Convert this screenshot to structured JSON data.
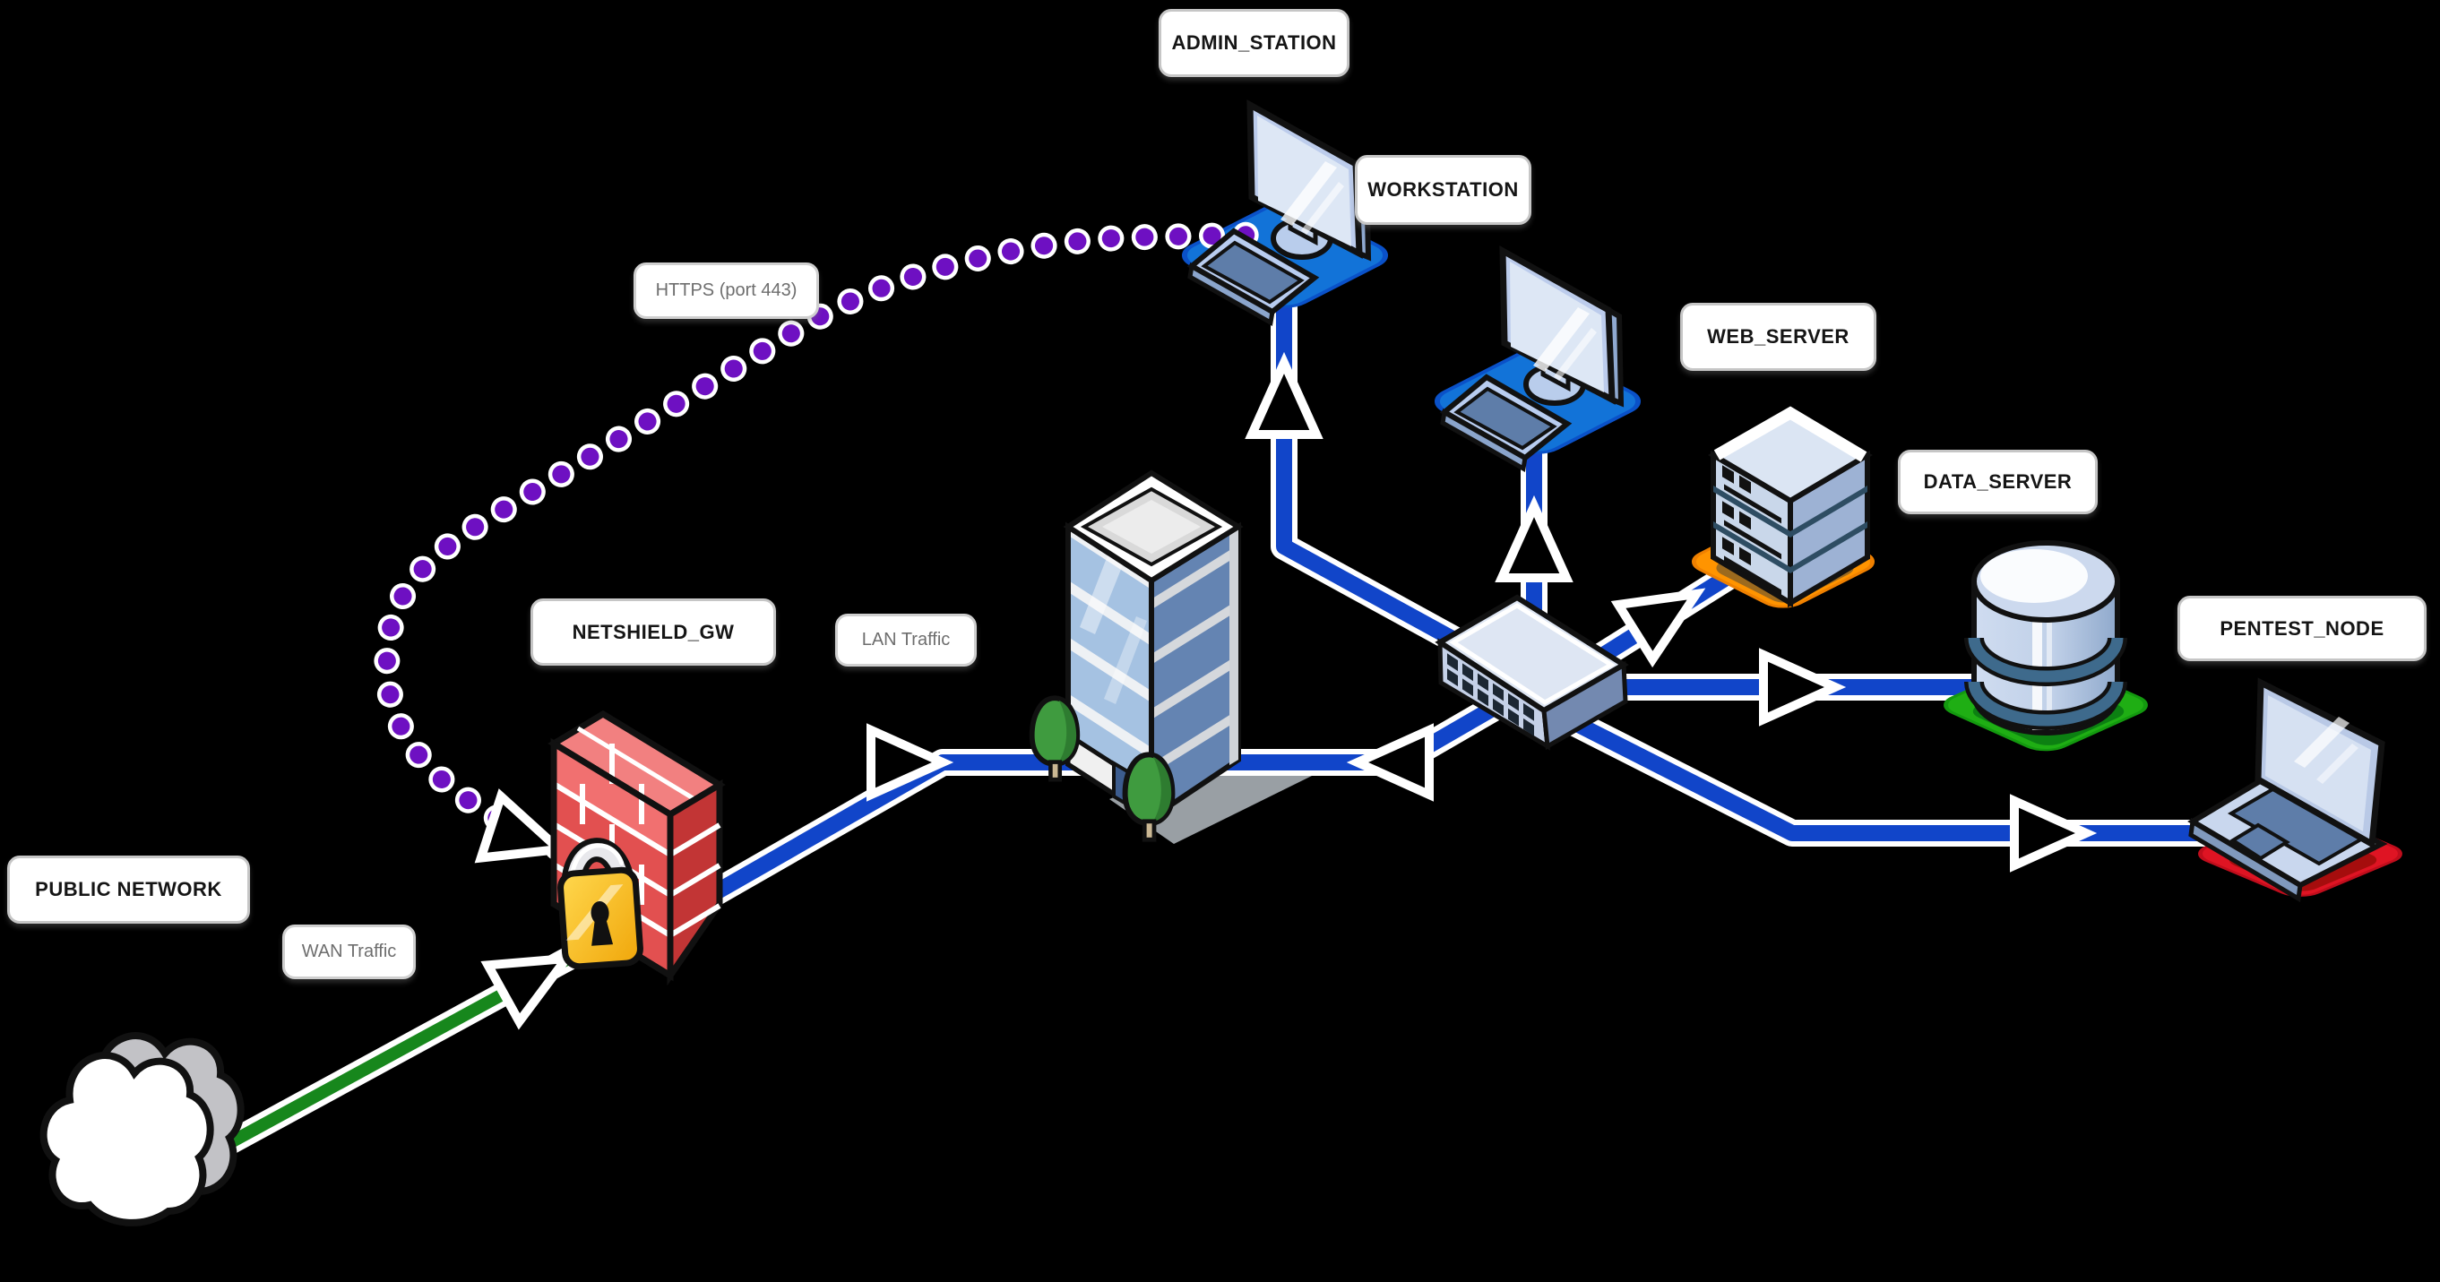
{
  "diagram": {
    "title": "network-topology",
    "background": "#000000",
    "arrow_style": "hollow-white-triangle",
    "nodes": [
      {
        "id": "public-network",
        "label": "PUBLIC NETWORK",
        "icon": "cloud-icon",
        "accent": "#ffffff"
      },
      {
        "id": "netshield-gw",
        "label": "NETSHIELD_GW",
        "icon": "firewall-icon",
        "accent": "#e25050"
      },
      {
        "id": "admin-station",
        "label": "ADMIN_STATION",
        "icon": "desktop-computer-icon",
        "accent": "#1273d8"
      },
      {
        "id": "workstation",
        "label": "WORKSTATION",
        "icon": "desktop-computer-icon",
        "accent": "#1273d8"
      },
      {
        "id": "web-server",
        "label": "WEB_SERVER",
        "icon": "server-stack-icon",
        "accent": "#ff9400"
      },
      {
        "id": "data-server",
        "label": "DATA_SERVER",
        "icon": "database-icon",
        "accent": "#1fae14"
      },
      {
        "id": "pentest-node",
        "label": "PENTEST_NODE",
        "icon": "laptop-icon",
        "accent": "#df1423"
      },
      {
        "id": "office-building",
        "label": "",
        "icon": "office-building-icon",
        "accent": "#a5c2e2"
      },
      {
        "id": "lan-switch",
        "label": "",
        "icon": "network-switch-icon",
        "accent": "#c5d1e8"
      }
    ],
    "links": [
      {
        "from": "public-network",
        "to": "netshield-gw",
        "label": "WAN Traffic",
        "color": "#17871c",
        "style": "solid"
      },
      {
        "from": "netshield-gw",
        "to": "lan-switch",
        "label": "LAN Traffic",
        "color": "#1145c9",
        "style": "solid"
      },
      {
        "from": "admin-station",
        "to": "netshield-gw",
        "label": "HTTPS (port 443)",
        "color": "#6e10c2",
        "style": "dotted"
      },
      {
        "from": "lan-switch",
        "to": "admin-station",
        "color": "#1145c9",
        "style": "solid"
      },
      {
        "from": "lan-switch",
        "to": "workstation",
        "color": "#1145c9",
        "style": "solid"
      },
      {
        "from": "lan-switch",
        "to": "web-server",
        "color": "#1145c9",
        "style": "solid"
      },
      {
        "from": "lan-switch",
        "to": "data-server",
        "color": "#1145c9",
        "style": "solid"
      },
      {
        "from": "lan-switch",
        "to": "pentest-node",
        "color": "#1145c9",
        "style": "solid"
      }
    ]
  }
}
